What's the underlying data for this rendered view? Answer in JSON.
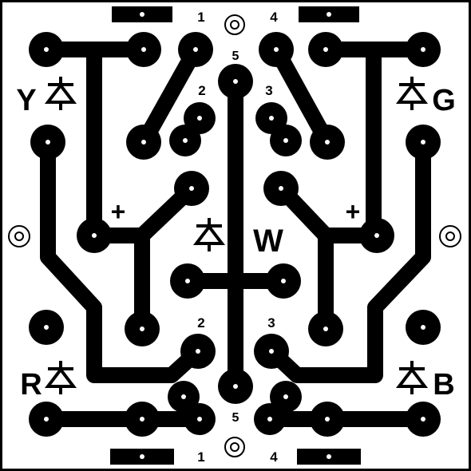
{
  "colors": {
    "copper": "#000000",
    "board": "#ffffff"
  },
  "labels": {
    "pin_top_left": "1",
    "pin_top_right": "4",
    "pin_top_center": "5",
    "pin_upper_left_inner": "2",
    "pin_upper_right_inner": "3",
    "pin_lower_left_inner": "2",
    "pin_lower_right_inner": "3",
    "pin_bottom_center": "5",
    "pin_bottom_left": "1",
    "pin_bottom_right": "4",
    "led_yellow": "Y",
    "led_green": "G",
    "led_red": "R",
    "led_blue": "B",
    "led_white": "W",
    "plus_left": "+",
    "plus_right": "+"
  },
  "icons": [
    "diode-icon",
    "mounting-hole-icon"
  ]
}
